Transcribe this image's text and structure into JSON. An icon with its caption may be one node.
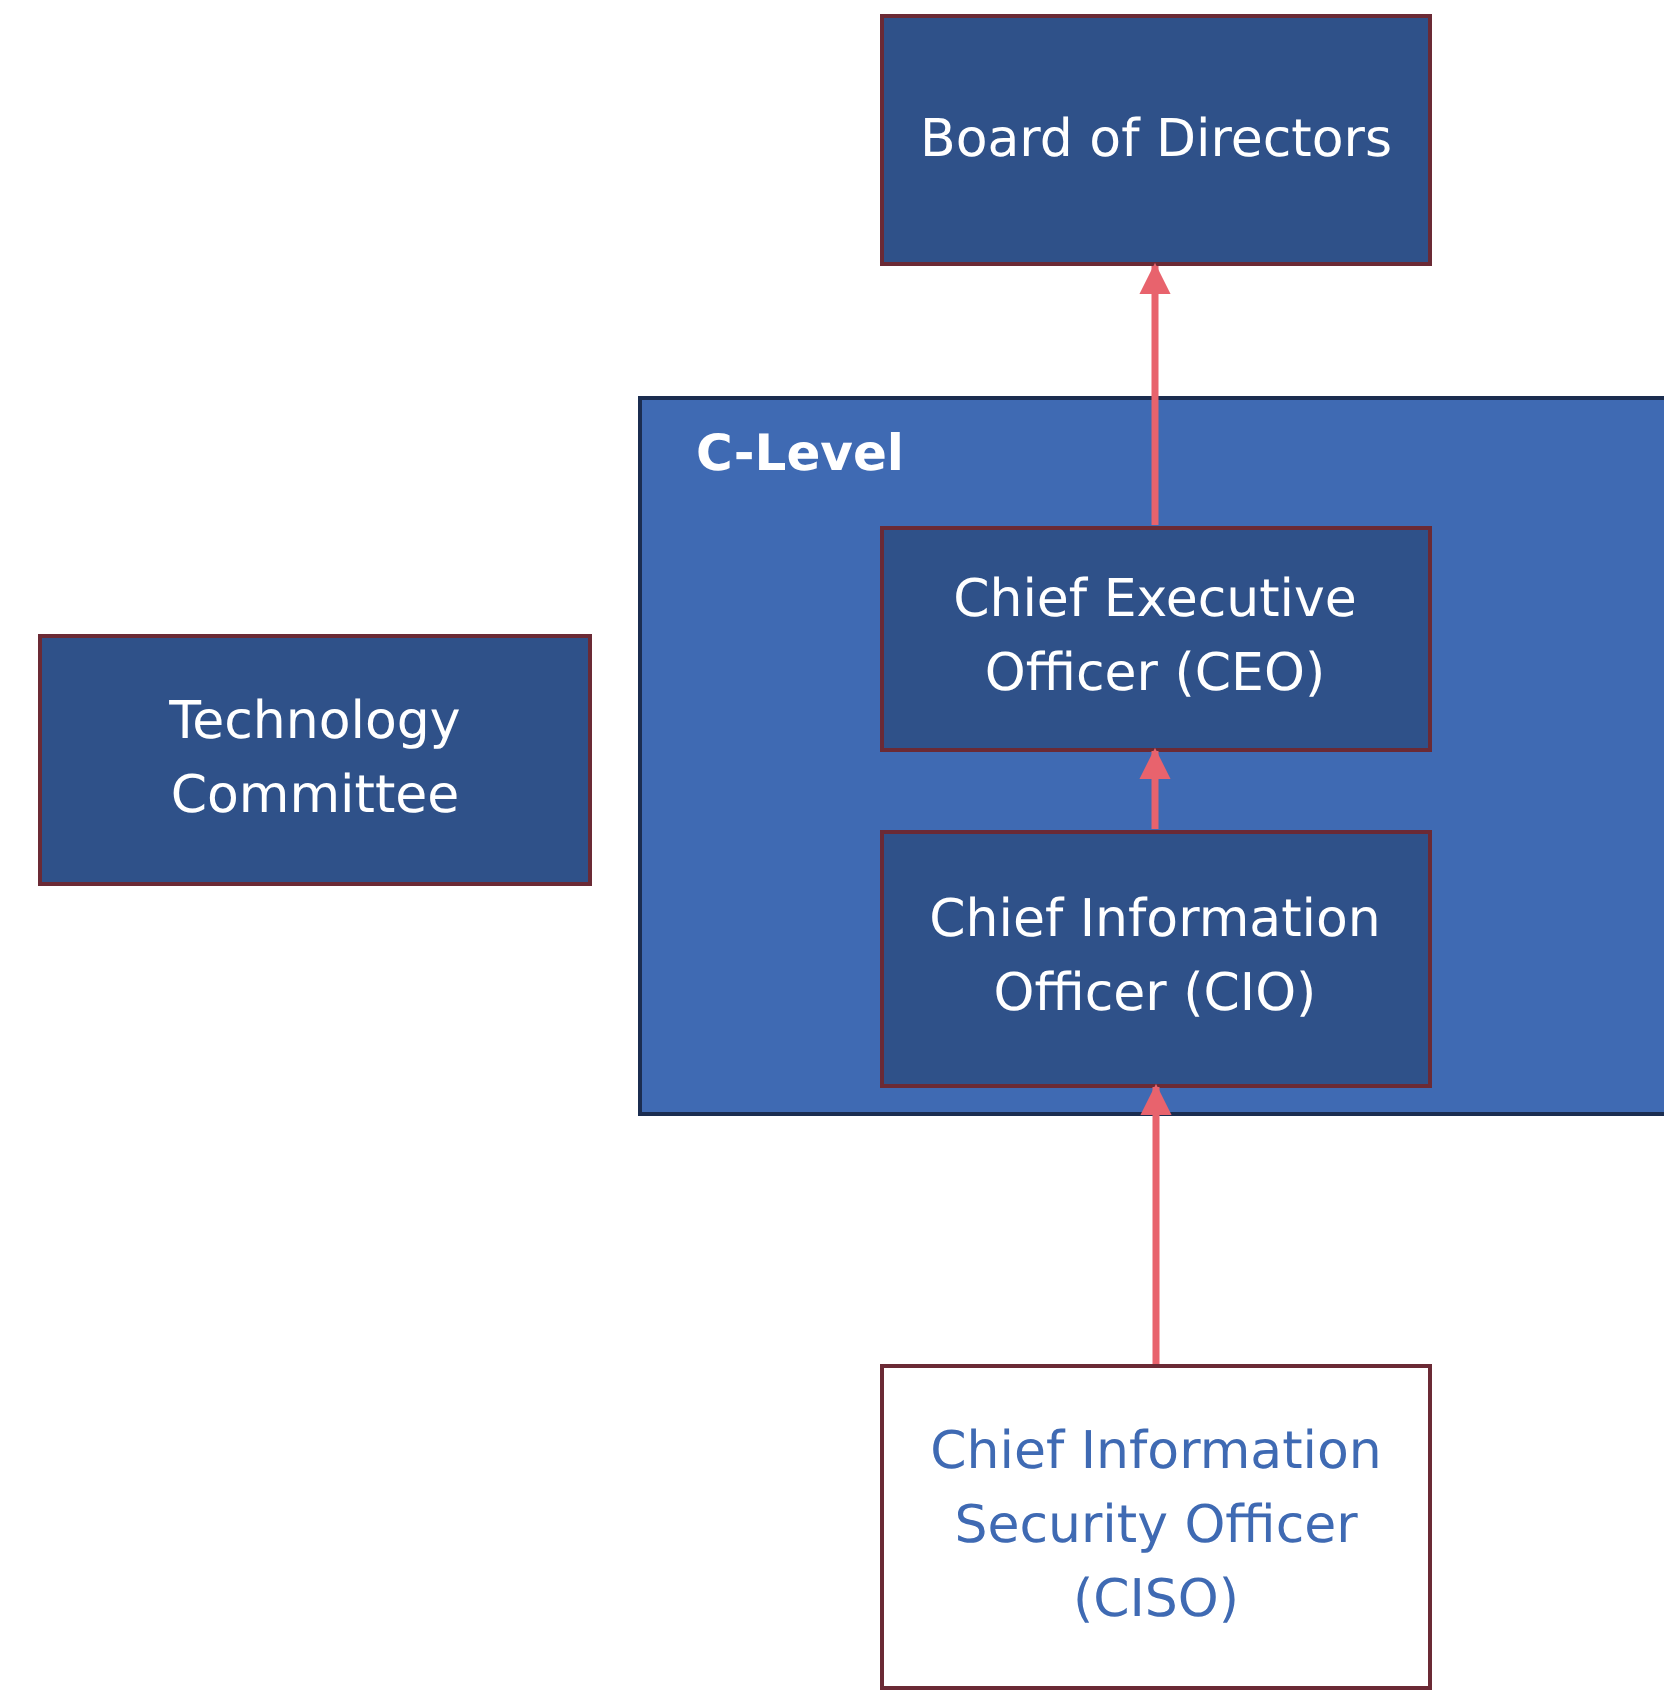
{
  "diagram": {
    "nodes": [
      {
        "text": [
          "Board of Directors"
        ]
      },
      {
        "text": [
          "C-Level"
        ]
      },
      {
        "text": [
          "Chief Executive Officer (CEO)"
        ],
        "in": 1
      },
      {
        "text": [
          "Chief Information Officer (CIO)"
        ],
        "in": 1
      },
      {
        "text": [
          "Technology Committee"
        ]
      },
      {
        "text": [
          "Chief Information Security Officer (CISO)"
        ]
      }
    ],
    "edges": [
      {
        "from": 2,
        "to": 0,
        "arrow": "to"
      },
      {
        "from": 3,
        "to": 2,
        "arrow": "to"
      },
      {
        "from": 5,
        "to": 3,
        "arrow": "to"
      }
    ]
  }
}
